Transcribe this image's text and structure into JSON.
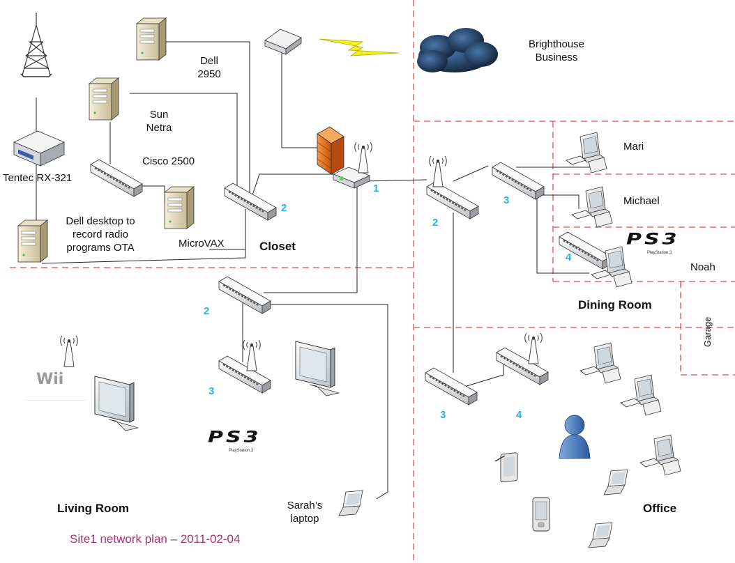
{
  "devices": {
    "dell_2950": "Dell\n2950",
    "sun_netra": "Sun\nNetra",
    "cisco_2500": "Cisco 2500",
    "tentec": "Tentec RX-321",
    "microvax": "MicroVAX",
    "dell_desktop": "Dell desktop to\nrecord radio\nprograms OTA",
    "isp": "Brighthouse\nBusiness",
    "mari": "Mari",
    "michael": "Michael",
    "noah": "Noah",
    "sarah_laptop": "Sarah’s\nlaptop"
  },
  "rooms": {
    "closet": "Closet",
    "dining": "Dining Room",
    "garage": "Garage",
    "living": "Living Room",
    "office": "Office"
  },
  "hop_numbers": {
    "router": "1",
    "closet_switch": "2",
    "hub_switch": "2",
    "living_switch": "2",
    "dining_switch": "3",
    "living_ap_switch": "3",
    "office_switch": "3",
    "dining_noah_switch": "4",
    "office_ap_switch": "4"
  },
  "logos": {
    "ps3_text": "PS3",
    "ps3_sub": "PlayStation.3",
    "wii_text": "Wii"
  },
  "caption": "Site1 network plan – 2011-02-04",
  "colors": {
    "boundary": "#e8474f",
    "hop_number": "#1fb7e8",
    "caption": "#a2356f",
    "cable": "#222222",
    "wireless": "#f5f01a",
    "firewall": "#f07a1e"
  }
}
